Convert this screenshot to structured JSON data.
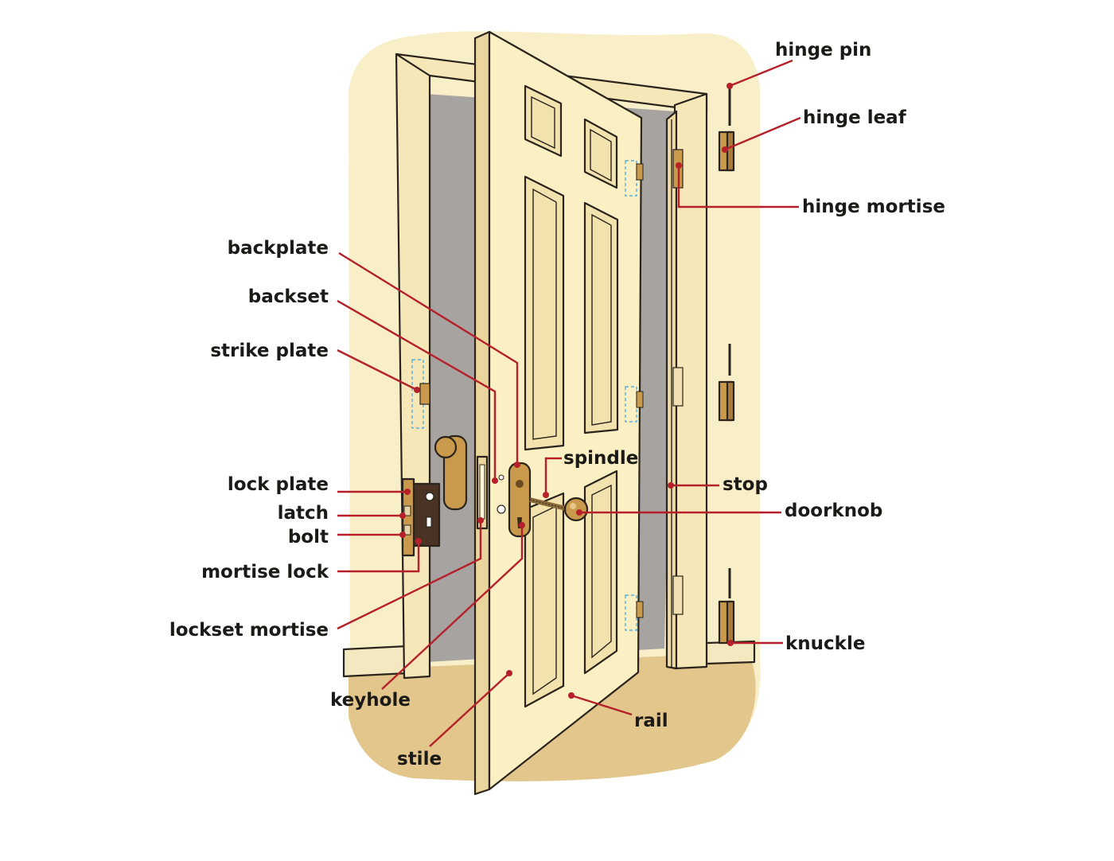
{
  "labels": {
    "hinge_pin": "hinge pin",
    "hinge_leaf": "hinge leaf",
    "hinge_mortise": "hinge mortise",
    "backplate": "backplate",
    "backset": "backset",
    "strike_plate": "strike plate",
    "spindle": "spindle",
    "stop": "stop",
    "doorknob": "doorknob",
    "lock_plate": "lock plate",
    "latch": "latch",
    "bolt": "bolt",
    "mortise_lock": "mortise lock",
    "lockset_mortise": "lockset mortise",
    "knuckle": "knuckle",
    "keyhole": "keyhole",
    "rail": "rail",
    "stile": "stile"
  },
  "colors": {
    "leader": "#b5202a",
    "wall": "#f8efc9",
    "floor": "#e2c68b",
    "door": "#fbefc4",
    "opening": "#a7a3a0",
    "brass": "#c99a4c",
    "outline": "#2a241d"
  }
}
